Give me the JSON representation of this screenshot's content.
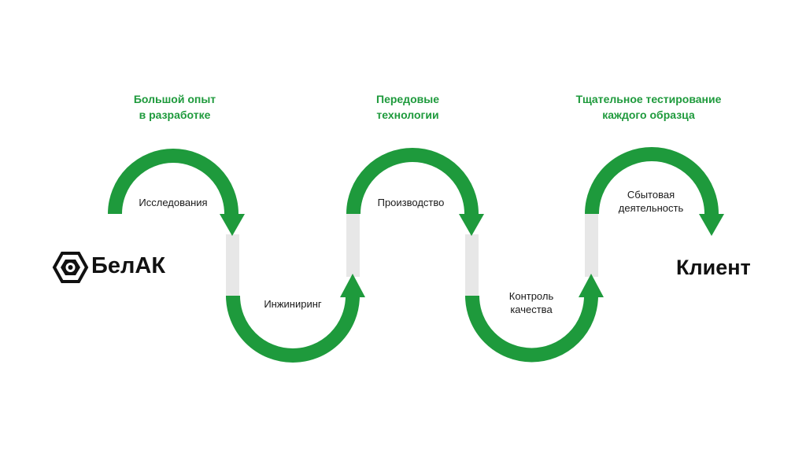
{
  "highlights": {
    "h1": [
      "Большой опыт",
      "в разработке"
    ],
    "h2": [
      "Передовые",
      "технологии"
    ],
    "h3": [
      "Тщательное тестирование",
      "каждого образца"
    ]
  },
  "stages": {
    "s1": [
      "Исследования"
    ],
    "s2": [
      "Инжиниринг"
    ],
    "s3": [
      "Производство"
    ],
    "s4": [
      "Контроль",
      "качества"
    ],
    "s5": [
      "Сбытовая",
      "деятельность"
    ]
  },
  "brand": {
    "name": "БелАК"
  },
  "client": {
    "label": "Клиент"
  },
  "colors": {
    "accent": "#1e9a3c",
    "connector": "#e7e7e7",
    "text": "#1a1a1a"
  },
  "icons": {
    "logo": "hex-gear-logo-icon"
  }
}
